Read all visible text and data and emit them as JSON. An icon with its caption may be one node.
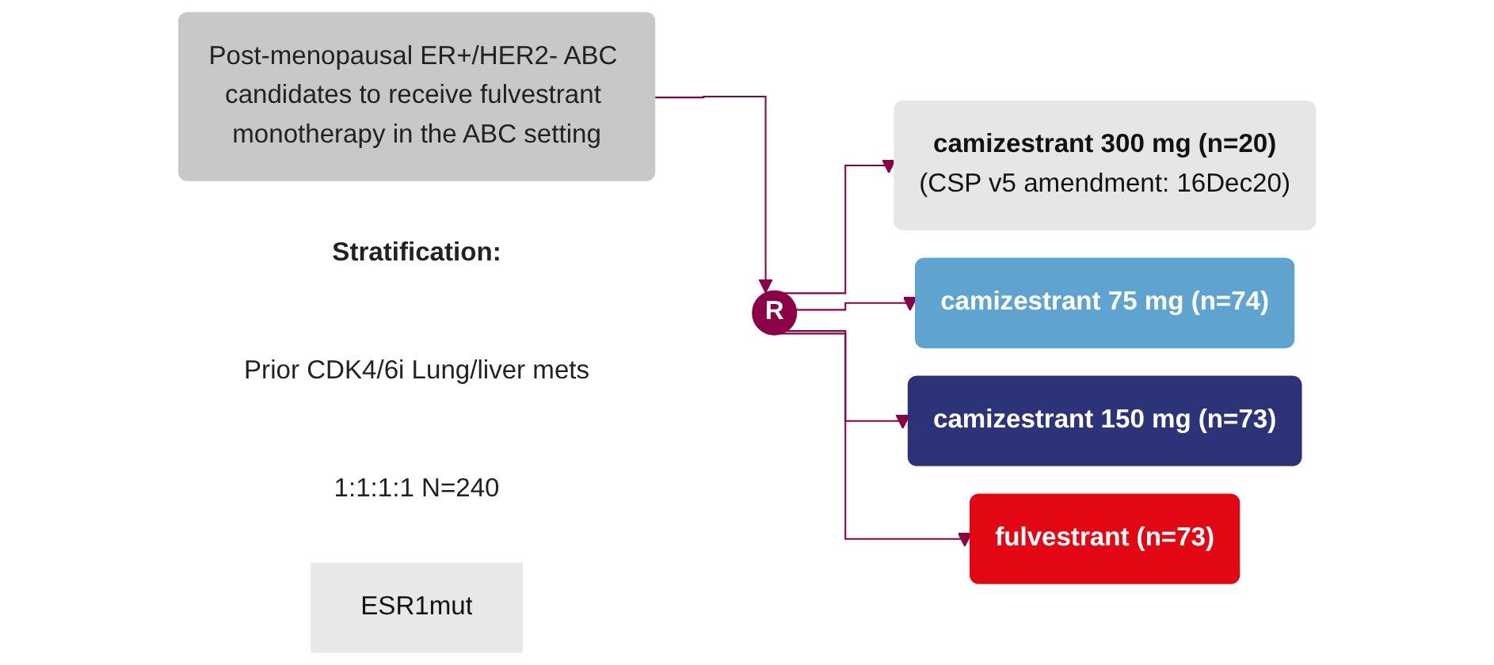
{
  "diagram": {
    "nodes": [
      {
        "text": [
          "Post-menopausal ER+/HER2- ABC candidates to receive fulvestrant monotherapy in the ABC setting"
        ]
      },
      {
        "text": [
          "R"
        ],
        "beside": [
          "Stratification:",
          "Prior CDK4/6i Lung/liver mets",
          "1:1:1:1 N=240"
        ]
      },
      {
        "text": [
          "camizestrant 300 mg (n=20)",
          "(CSP v5 amendment: 16Dec20)"
        ]
      },
      {
        "text": [
          "camizestrant 75 mg (n=74)"
        ]
      },
      {
        "text": [
          "camizestrant 150 mg (n=73)"
        ]
      },
      {
        "text": [
          "fulvestrant (n=73)"
        ]
      },
      {
        "text": [
          "ESR1mut"
        ]
      }
    ],
    "edges": [
      {
        "from": 0,
        "to": 1,
        "arrow": "to"
      },
      {
        "from": 1,
        "to": 2,
        "arrow": "to"
      },
      {
        "from": 1,
        "to": 3,
        "arrow": "to"
      },
      {
        "from": 1,
        "to": 4,
        "arrow": "to"
      },
      {
        "from": 1,
        "to": 5,
        "arrow": "to"
      }
    ]
  }
}
